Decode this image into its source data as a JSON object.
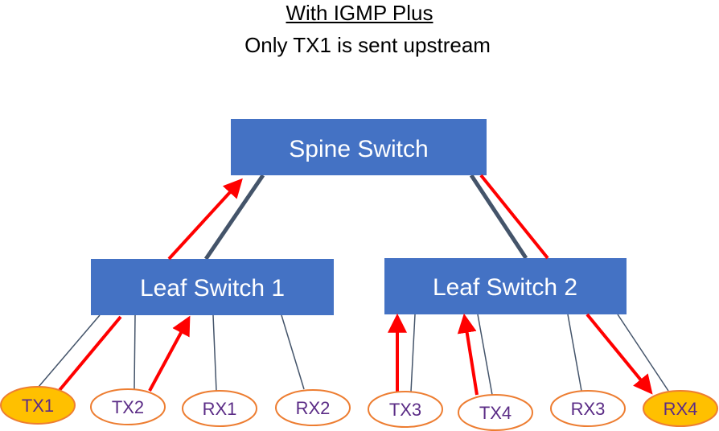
{
  "title": "With IGMP Plus",
  "subtitle": "Only TX1 is sent upstream",
  "colors": {
    "switch_fill": "#4472c4",
    "link": "#44546a",
    "thin_link": "#44546a",
    "arrow": "#ff0000",
    "node_stroke": "#ed7d31",
    "node_active_fill": "#ffc000",
    "node_text": "#5b2c86"
  },
  "switches": {
    "spine": "Spine Switch",
    "leaf1": "Leaf Switch 1",
    "leaf2": "Leaf Switch 2"
  },
  "nodes": {
    "tx1": "TX1",
    "tx2": "TX2",
    "rx1": "RX1",
    "rx2": "RX2",
    "tx3": "TX3",
    "tx4": "TX4",
    "rx3": "RX3",
    "rx4": "RX4"
  },
  "active_nodes": [
    "TX1",
    "RX4"
  ]
}
